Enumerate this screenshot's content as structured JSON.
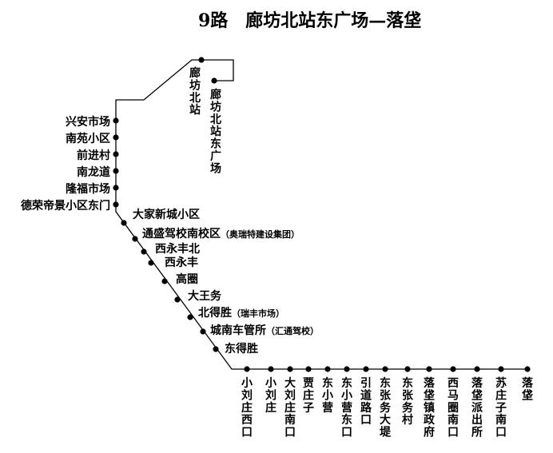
{
  "title": "9路　廊坊北站东广场—落垡",
  "colors": {
    "line": "#000000",
    "stop": "#000000",
    "text": "#000000",
    "background": "#ffffff"
  },
  "stations": [
    {
      "id": "s1",
      "name": "廊坊北站东广场",
      "note": ""
    },
    {
      "id": "s2",
      "name": "廊坊北站",
      "note": ""
    },
    {
      "id": "s3",
      "name": "兴安市场",
      "note": ""
    },
    {
      "id": "s4",
      "name": "南苑小区",
      "note": ""
    },
    {
      "id": "s5",
      "name": "前进村",
      "note": ""
    },
    {
      "id": "s6",
      "name": "南龙道",
      "note": ""
    },
    {
      "id": "s7",
      "name": "隆福市场",
      "note": ""
    },
    {
      "id": "s8",
      "name": "德荣帝景小区东门",
      "note": ""
    },
    {
      "id": "s9",
      "name": "大家新城小区",
      "note": ""
    },
    {
      "id": "s10",
      "name": "通盛驾校南校区",
      "note": "（奥瑞特建设集团）"
    },
    {
      "id": "s11",
      "name": "西永丰北",
      "note": ""
    },
    {
      "id": "s12",
      "name": "西永丰",
      "note": ""
    },
    {
      "id": "s13",
      "name": "高圈",
      "note": ""
    },
    {
      "id": "s14",
      "name": "大王务",
      "note": ""
    },
    {
      "id": "s15",
      "name": "北得胜",
      "note": "（瑞丰市场）"
    },
    {
      "id": "s16",
      "name": "城南车管所",
      "note": "（汇通驾校）"
    },
    {
      "id": "s17",
      "name": "东得胜",
      "note": ""
    },
    {
      "id": "s18",
      "name": "小刘庄西口",
      "note": ""
    },
    {
      "id": "s19",
      "name": "小刘庄",
      "note": ""
    },
    {
      "id": "s20",
      "name": "大刘庄南口",
      "note": ""
    },
    {
      "id": "s21",
      "name": "贾庄子",
      "note": ""
    },
    {
      "id": "s22",
      "name": "东小营",
      "note": ""
    },
    {
      "id": "s23",
      "name": "东小营东口",
      "note": ""
    },
    {
      "id": "s24",
      "name": "引道路口",
      "note": ""
    },
    {
      "id": "s25",
      "name": "东张务大堤",
      "note": ""
    },
    {
      "id": "s26",
      "name": "东张务村",
      "note": ""
    },
    {
      "id": "s27",
      "name": "落垡镇政府",
      "note": ""
    },
    {
      "id": "s28",
      "name": "西马圈南口",
      "note": ""
    },
    {
      "id": "s29",
      "name": "落垡派出所",
      "note": ""
    },
    {
      "id": "s30",
      "name": "苏庄子南口",
      "note": ""
    },
    {
      "id": "s31",
      "name": "落垡",
      "note": ""
    }
  ]
}
